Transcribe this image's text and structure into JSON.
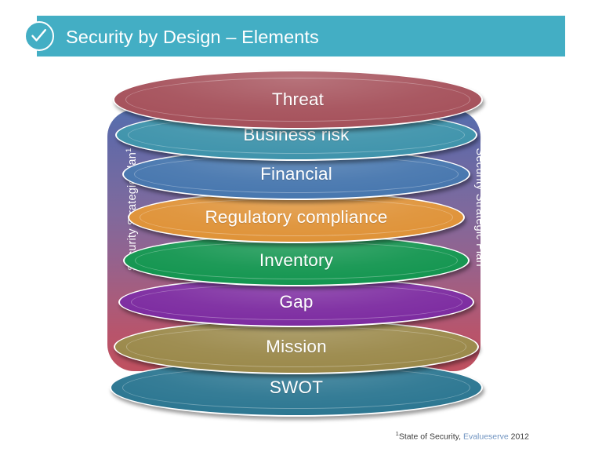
{
  "header": {
    "title": "Security by Design – Elements",
    "icon": "check-circle-icon",
    "banner_color": "#43aec4",
    "text_color": "#ffffff"
  },
  "diagram": {
    "type": "stacked-disc-cylinder",
    "side_label_left": "Security Strategic Plan",
    "side_label_left_superscript": "1",
    "side_label_right": "Security Strategic Plan",
    "side_label_right_superscript": "1",
    "cylinder_gradient_top": "#5570ae",
    "cylinder_gradient_mid": "#93638f",
    "cylinder_gradient_bottom": "#bf505f",
    "discs": [
      {
        "label": "Threat",
        "color": "#a5505a",
        "edge": "#8e4048"
      },
      {
        "label": "Business risk",
        "color": "#3e93ab",
        "edge": "#2f7d93"
      },
      {
        "label": "Financial",
        "color": "#4676ae",
        "edge": "#375f92"
      },
      {
        "label": "Regulatory compliance",
        "color": "#df9237",
        "edge": "#c67a24"
      },
      {
        "label": "Inventory",
        "color": "#12954f",
        "edge": "#0d7a40"
      },
      {
        "label": "Gap",
        "color": "#7c2aa0",
        "edge": "#651d85"
      },
      {
        "label": "Mission",
        "color": "#9a8849",
        "edge": "#7f7038"
      },
      {
        "label": "SWOT",
        "color": "#2b7691",
        "edge": "#1f5f78"
      }
    ]
  },
  "footnote": {
    "superscript": "1",
    "text_before": "State of Security, ",
    "brand": "Evalueserve",
    "text_after": " 2012",
    "brand_color": "#6f93c0"
  }
}
